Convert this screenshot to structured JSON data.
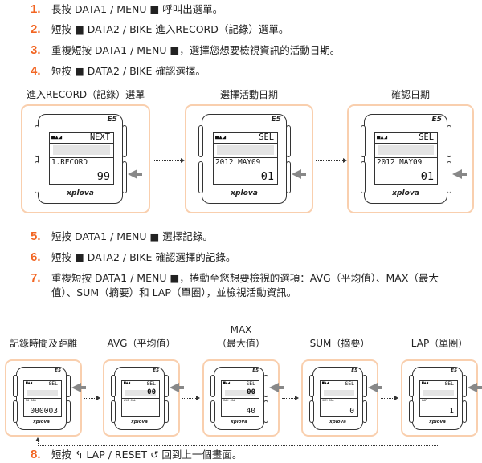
{
  "steps": [
    {
      "num": "1.",
      "text": "長按 DATA1 / MENU ■ 呼叫出選單。"
    },
    {
      "num": "2.",
      "text": "短按 ■ DATA2 / BIKE 進入RECORD（記錄）選單。"
    },
    {
      "num": "3.",
      "text": "重複短按 DATA1 / MENU ■，選擇您想要檢視資訊的活動日期。"
    },
    {
      "num": "4.",
      "text": "短按 ■ DATA2 / BIKE 確認選擇。"
    },
    {
      "num": "5.",
      "text": "短按 DATA1 / MENU ■ 選擇記錄。"
    },
    {
      "num": "6.",
      "text": "短按 ■ DATA2 / BIKE 確認選擇的記錄。"
    },
    {
      "num": "7.",
      "text": "重複短按 DATA1 / MENU ■，捲動至您想要檢視的選項：AVG（平均值）、MAX（最大",
      "text2": "值）、SUM（摘要）和 LAP（單圈），並檢視活動資訊。"
    },
    {
      "num": "8.",
      "text": "短按 ↰ LAP / RESET ↺ 回到上一個畫面。"
    }
  ],
  "row1": [
    {
      "caption": "進入RECORD（記錄）選單",
      "top": "NEXT",
      "line1": "1.RECORD",
      "line2": "99",
      "brand": "xplova",
      "model": "E5"
    },
    {
      "caption": "選擇活動日期",
      "top": "SEL",
      "line1": "2012 MAY09",
      "line2": "01",
      "brand": "xplova",
      "model": "E5"
    },
    {
      "caption": "確認日期",
      "top": "SEL",
      "line1": "2012 MAY09",
      "line2": "01",
      "brand": "xplova",
      "model": "E5"
    }
  ],
  "row2": [
    {
      "caption": "記錄時間及距離",
      "top": "SEL",
      "big": "",
      "line1": "RO          SOR",
      "line2": "000003",
      "brand": "xplova",
      "model": "E5"
    },
    {
      "caption": "AVG（平均值）",
      "top": "SEL",
      "big": "00",
      "line1": "AVG        CAL",
      "line2": "",
      "brand": "xplova",
      "model": "E5"
    },
    {
      "caption": "MAX",
      "caption2": "（最大值）",
      "top": "SEL",
      "big": "00",
      "line1": "MAX        CAL",
      "line2": "40",
      "brand": "xplova",
      "model": "E5"
    },
    {
      "caption": "SUM（摘要）",
      "top": "SEL",
      "big": "",
      "line1": "SUM      CAL",
      "line2": "0",
      "brand": "xplova",
      "model": "E5"
    },
    {
      "caption": "LAP（單圈）",
      "top": "SEL",
      "big": "",
      "line1": "LAP",
      "line2": "1",
      "brand": "xplova",
      "model": "E5"
    }
  ],
  "colors": {
    "accent": "#f26522",
    "frame": "#f9cfae",
    "arrow": "#888888"
  }
}
